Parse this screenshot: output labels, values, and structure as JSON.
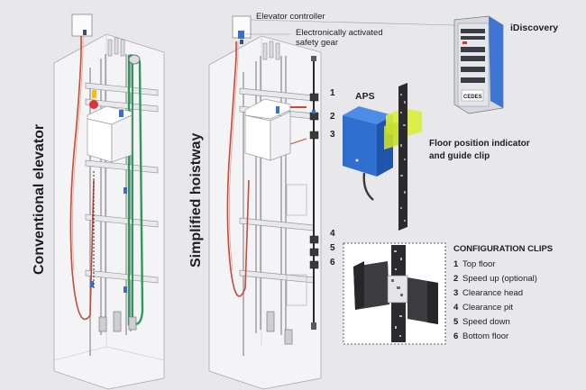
{
  "titles": {
    "conventional": "Conventional elevator",
    "simplified": "Simplified hoistway"
  },
  "callouts": {
    "controller": "Elevator controller",
    "safety_gear_line1": "Electronically activated",
    "safety_gear_line2": "safety gear",
    "idiscovery": "iDiscovery",
    "aps": "APS",
    "floor_indicator_line1": "Floor position indicator",
    "floor_indicator_line2": "and guide clip"
  },
  "device": {
    "brand": "CEDES"
  },
  "clip_numbers": [
    "1",
    "2",
    "3",
    "4",
    "5",
    "6"
  ],
  "configuration": {
    "heading": "CONFIGURATION CLIPS",
    "items": [
      {
        "num": "1",
        "label": "Top floor"
      },
      {
        "num": "2",
        "label": "Speed up (optional)"
      },
      {
        "num": "3",
        "label": "Clearance head"
      },
      {
        "num": "4",
        "label": "Clearance pit"
      },
      {
        "num": "5",
        "label": "Speed down"
      },
      {
        "num": "6",
        "label": "Bottom floor"
      }
    ]
  },
  "colors": {
    "background": "#e8e7e9",
    "aps_blue": "#2f6fd0",
    "clip_yellow": "#d9ef3a",
    "cable_red": "#c94a3a",
    "rope_green": "#2e9a5a"
  }
}
